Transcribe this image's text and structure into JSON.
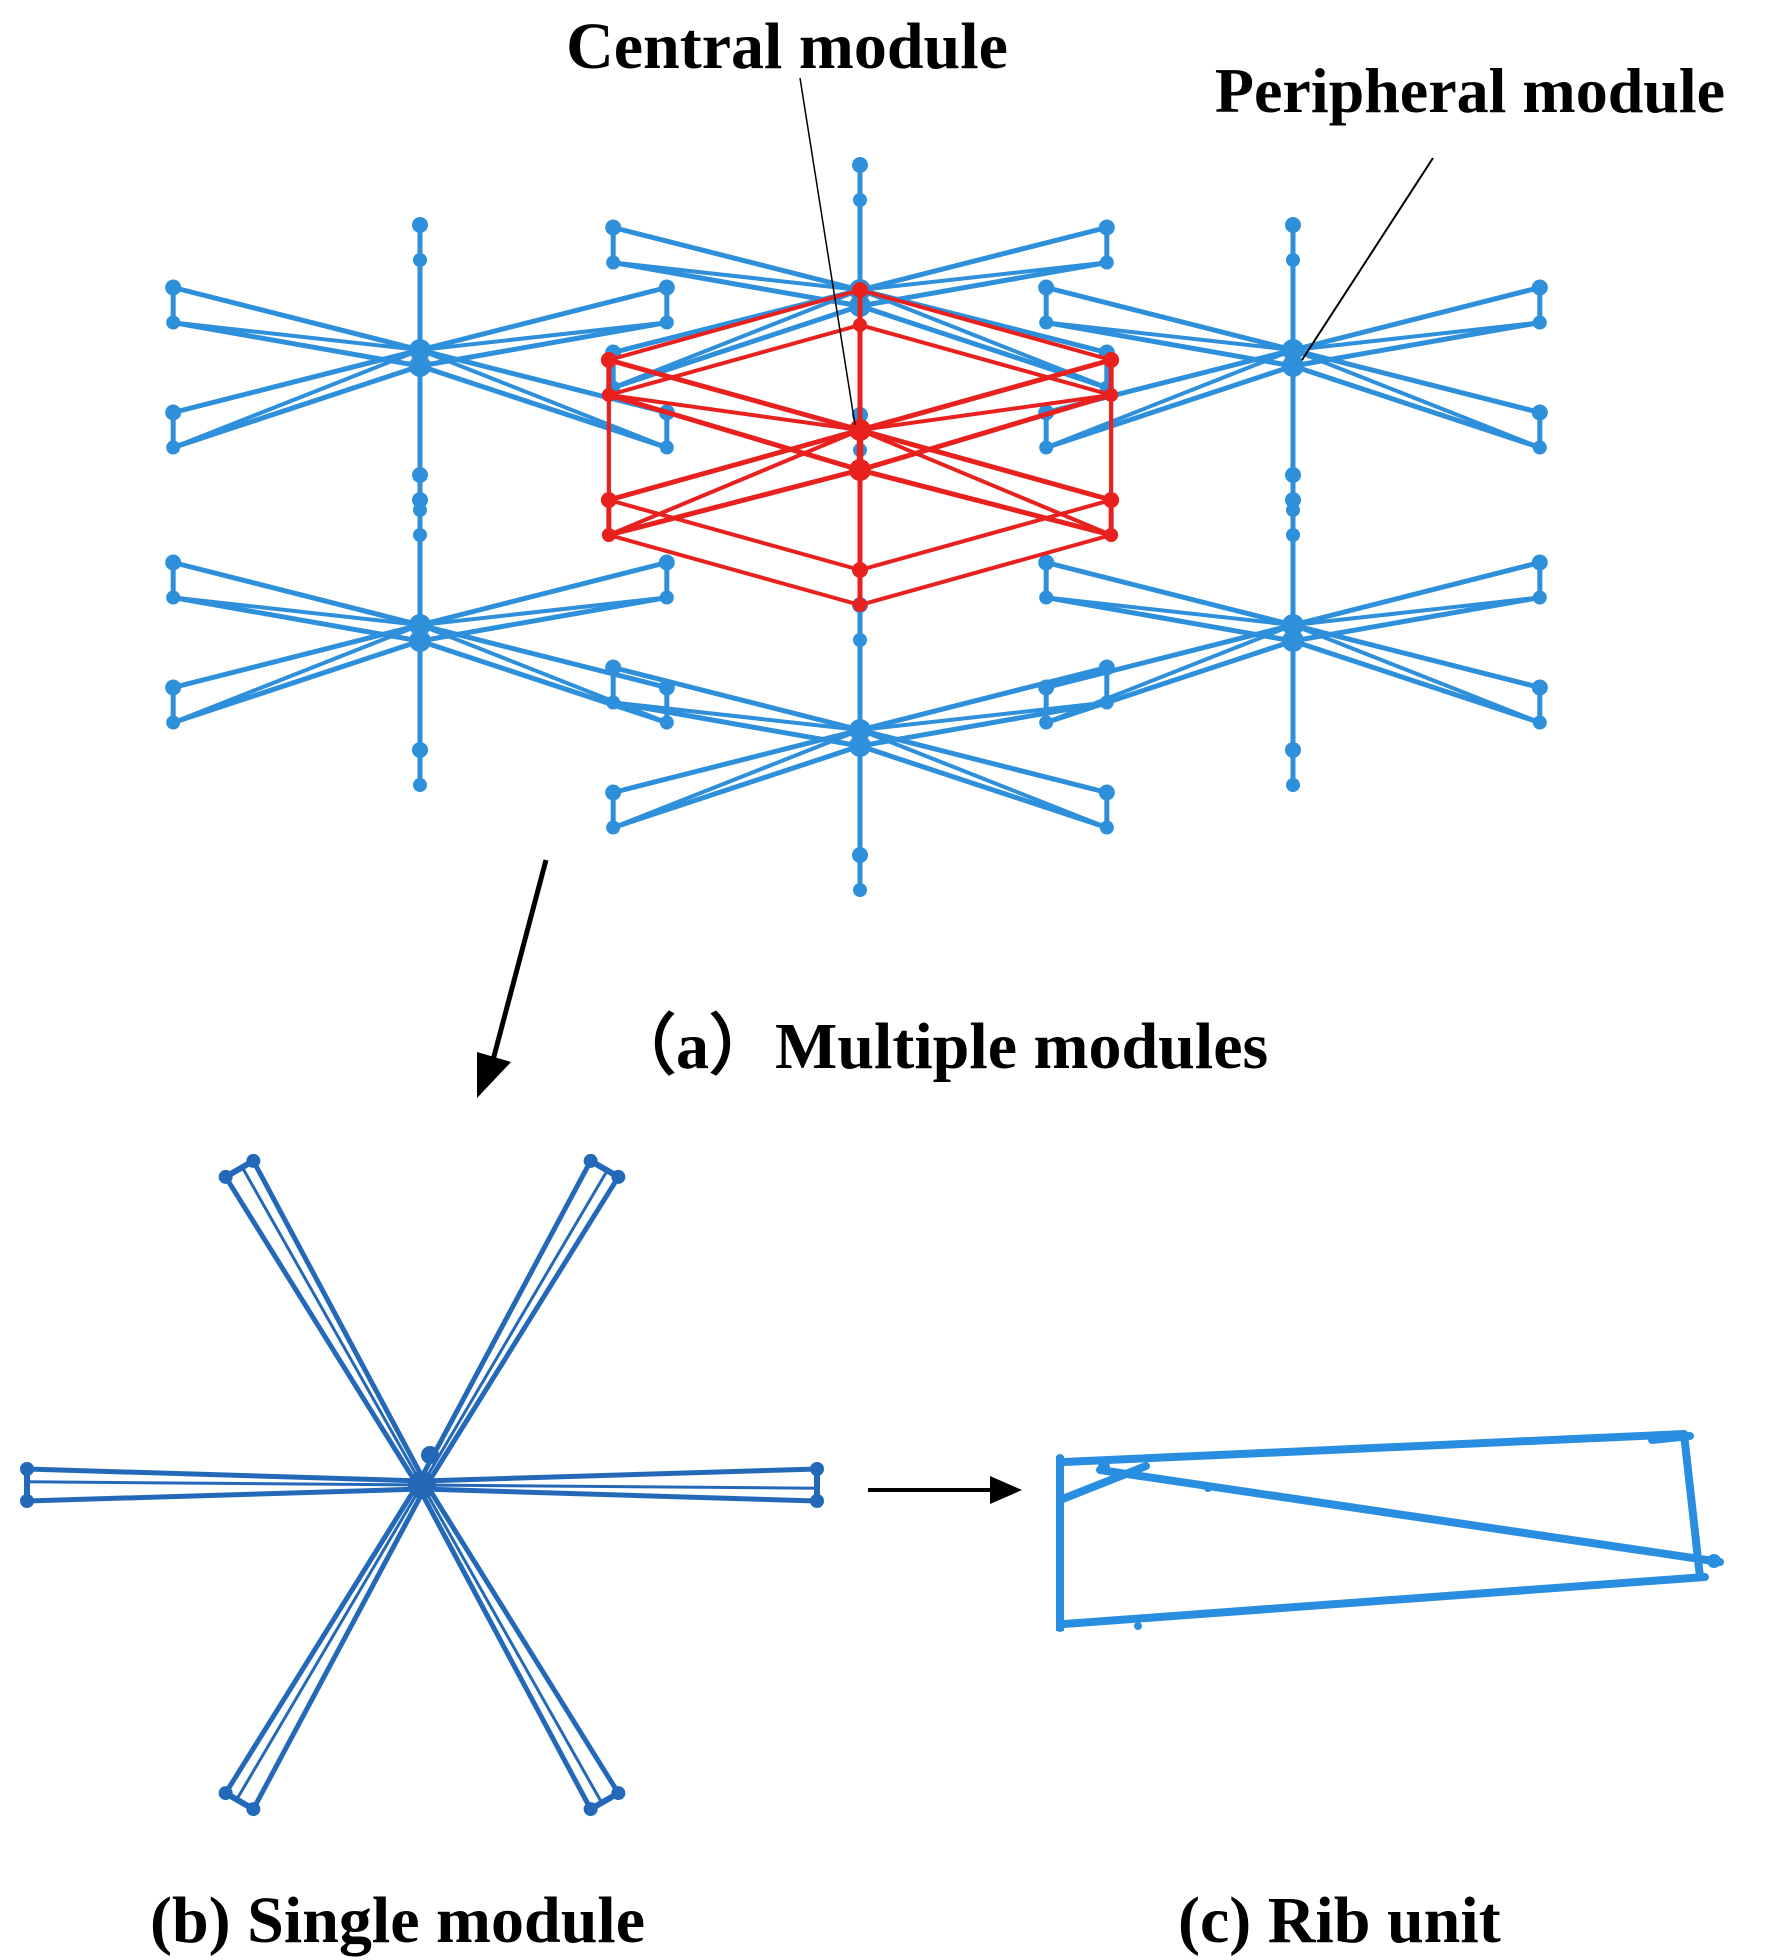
{
  "labels": {
    "central_module": "Central module",
    "peripheral_module": "Peripheral module",
    "caption_a": "（a）Multiple modules",
    "caption_b": "(b) Single module",
    "caption_c": "(c) Rib unit"
  },
  "colors": {
    "peripheral_members": "#2e8fdb",
    "central_members": "#e8211f",
    "single_module_members": "#2468b8",
    "rib_unit_members": "#2a8ee0",
    "arrows_and_text": "#000000"
  },
  "structure": {
    "assembly_module_count": 7,
    "ribs_per_module": 6,
    "highlighted_module": "central"
  }
}
